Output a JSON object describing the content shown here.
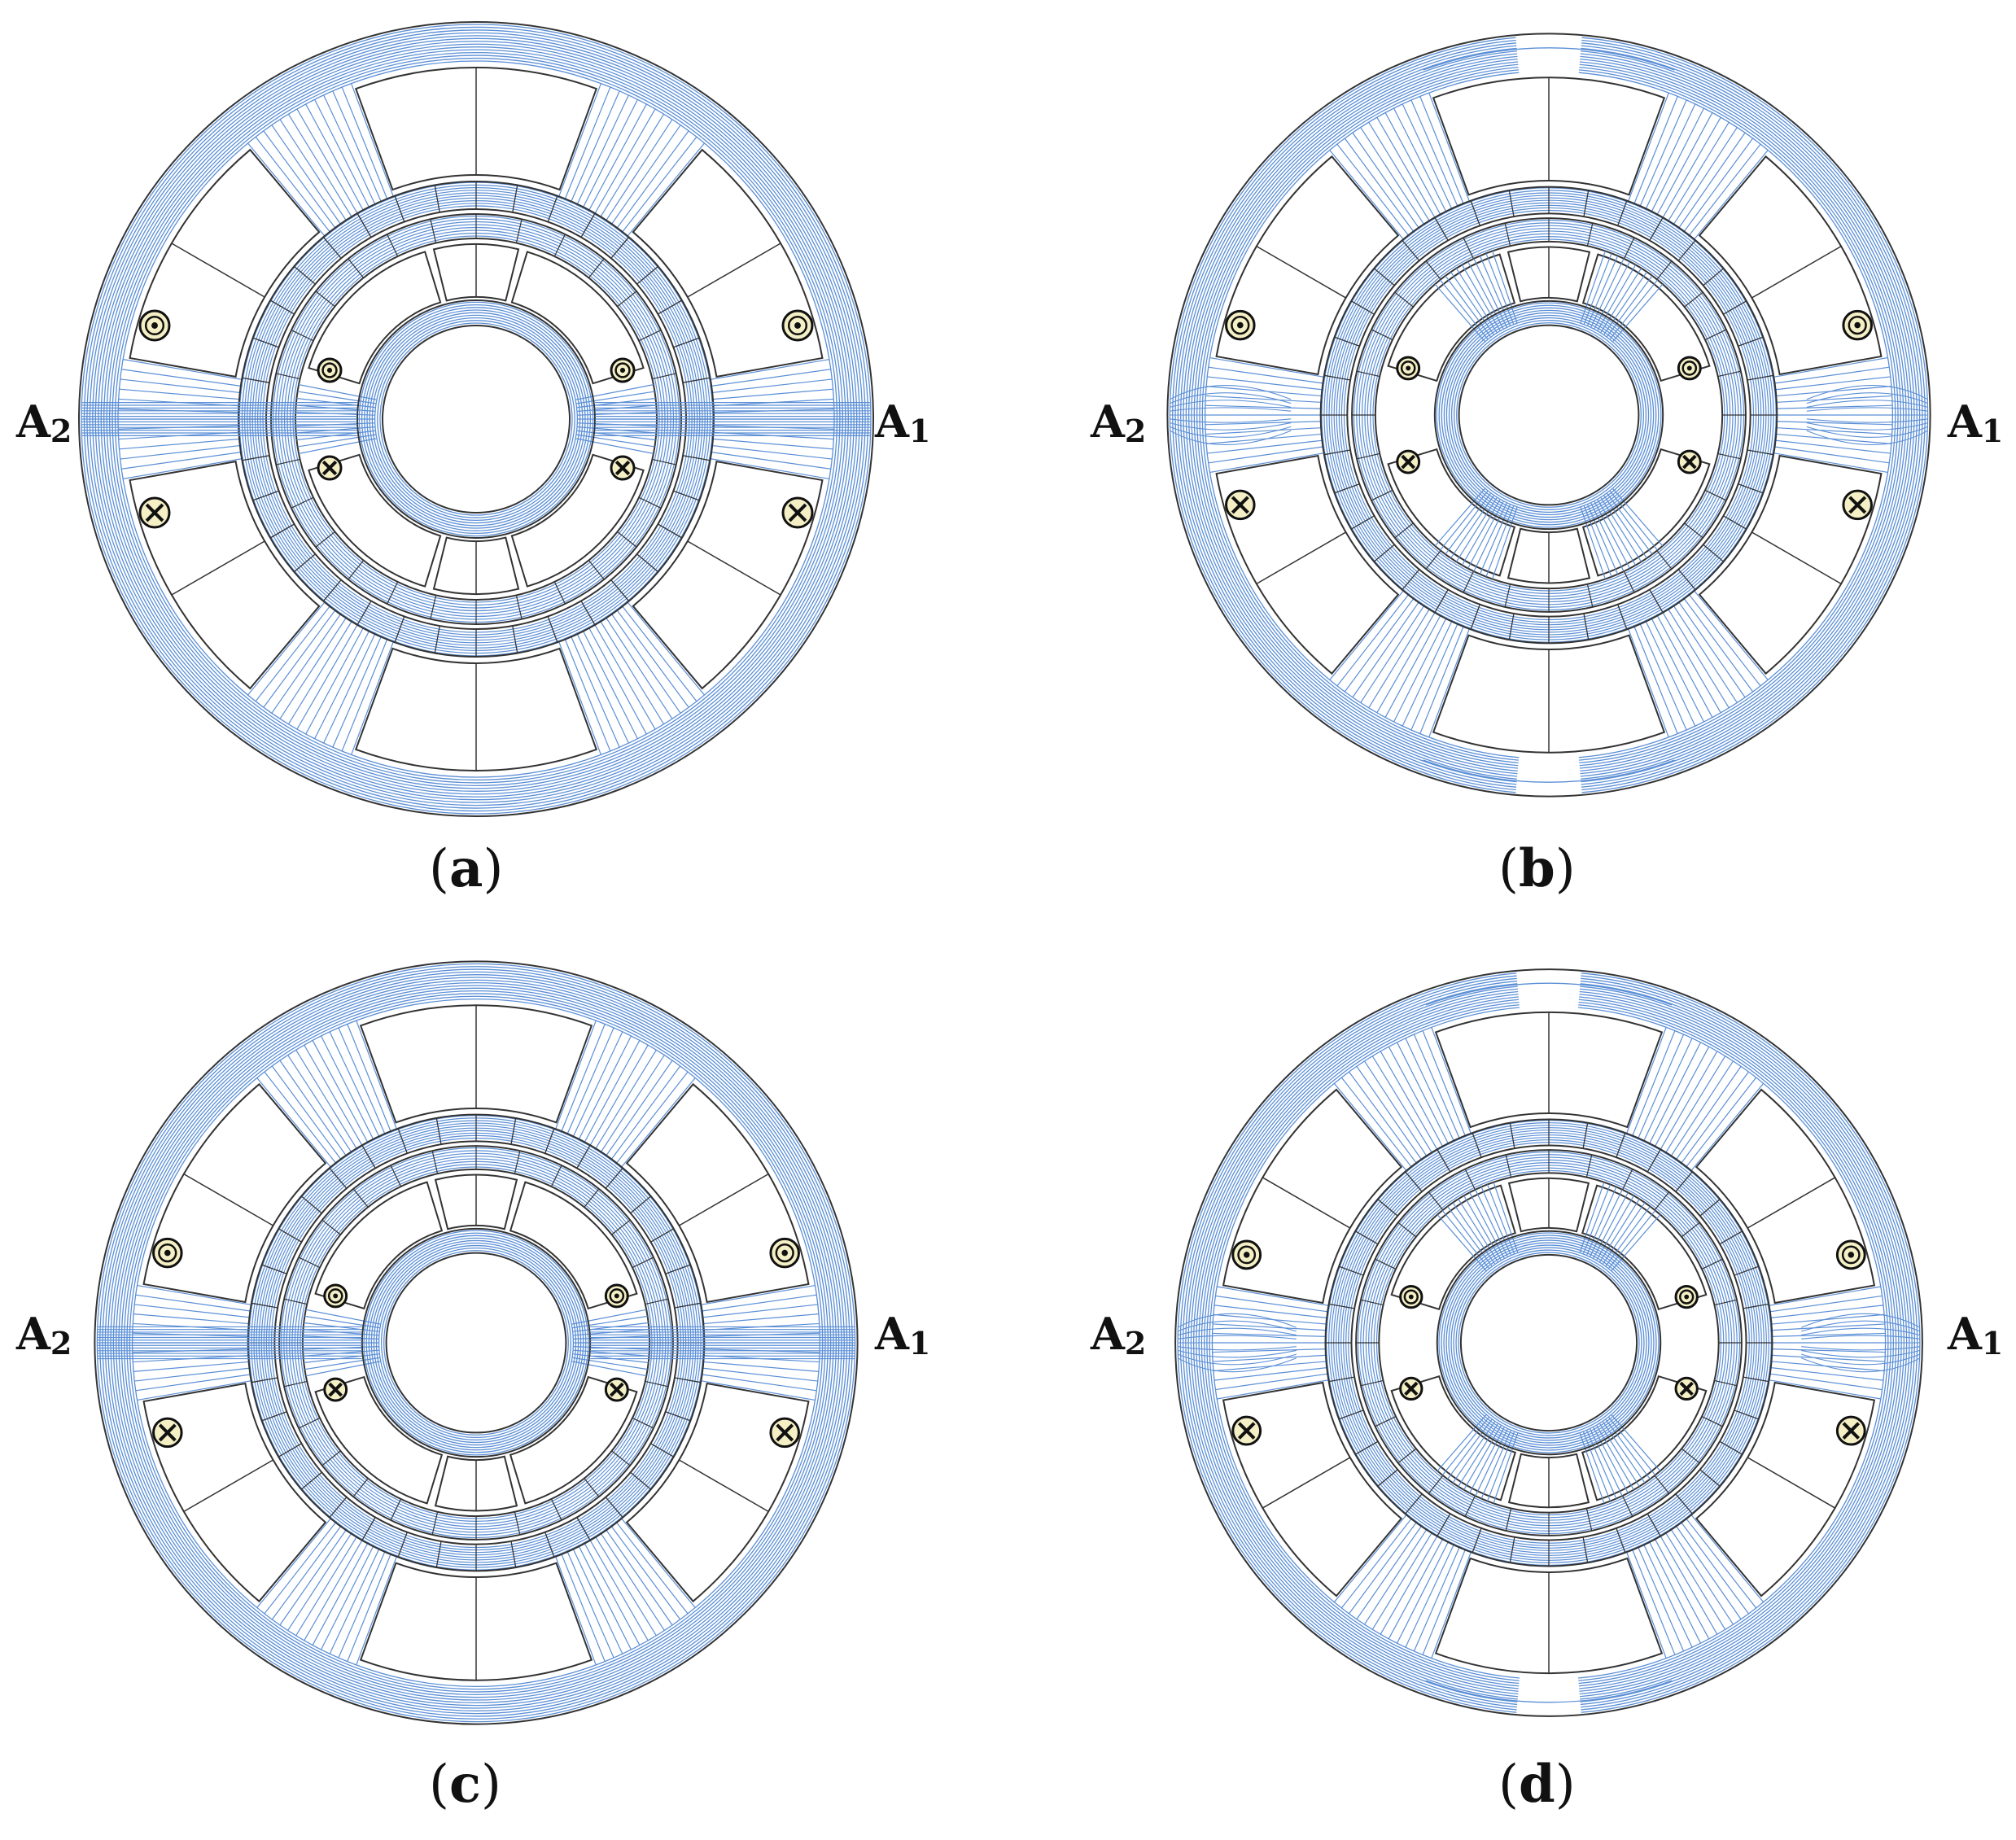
{
  "figure": {
    "panels": [
      {
        "id": "a",
        "caption_open": "(",
        "caption_letter": "a",
        "caption_close": ")",
        "left_terminal": "A",
        "left_sub": "2",
        "right_terminal": "A",
        "right_sub": "1",
        "flux_pattern": "outer-horizontal"
      },
      {
        "id": "b",
        "caption_open": "(",
        "caption_letter": "b",
        "caption_close": ")",
        "left_terminal": "A",
        "left_sub": "2",
        "right_terminal": "A",
        "right_sub": "1",
        "flux_pattern": "diagonal"
      },
      {
        "id": "c",
        "caption_open": "(",
        "caption_letter": "c",
        "caption_close": ")",
        "left_terminal": "A",
        "left_sub": "2",
        "right_terminal": "A",
        "right_sub": "1",
        "flux_pattern": "outer-horizontal"
      },
      {
        "id": "d",
        "caption_open": "(",
        "caption_letter": "d",
        "caption_close": ")",
        "left_terminal": "A",
        "left_sub": "2",
        "right_terminal": "A",
        "right_sub": "1",
        "flux_pattern": "diagonal"
      }
    ],
    "colors": {
      "flux_line": "#5b8fd6",
      "outline": "#333333",
      "coil_fill": "#f4efc4",
      "background": "#ffffff"
    },
    "symbols": {
      "current_out": "dot-circle-icon",
      "current_in": "cross-circle-icon"
    }
  }
}
